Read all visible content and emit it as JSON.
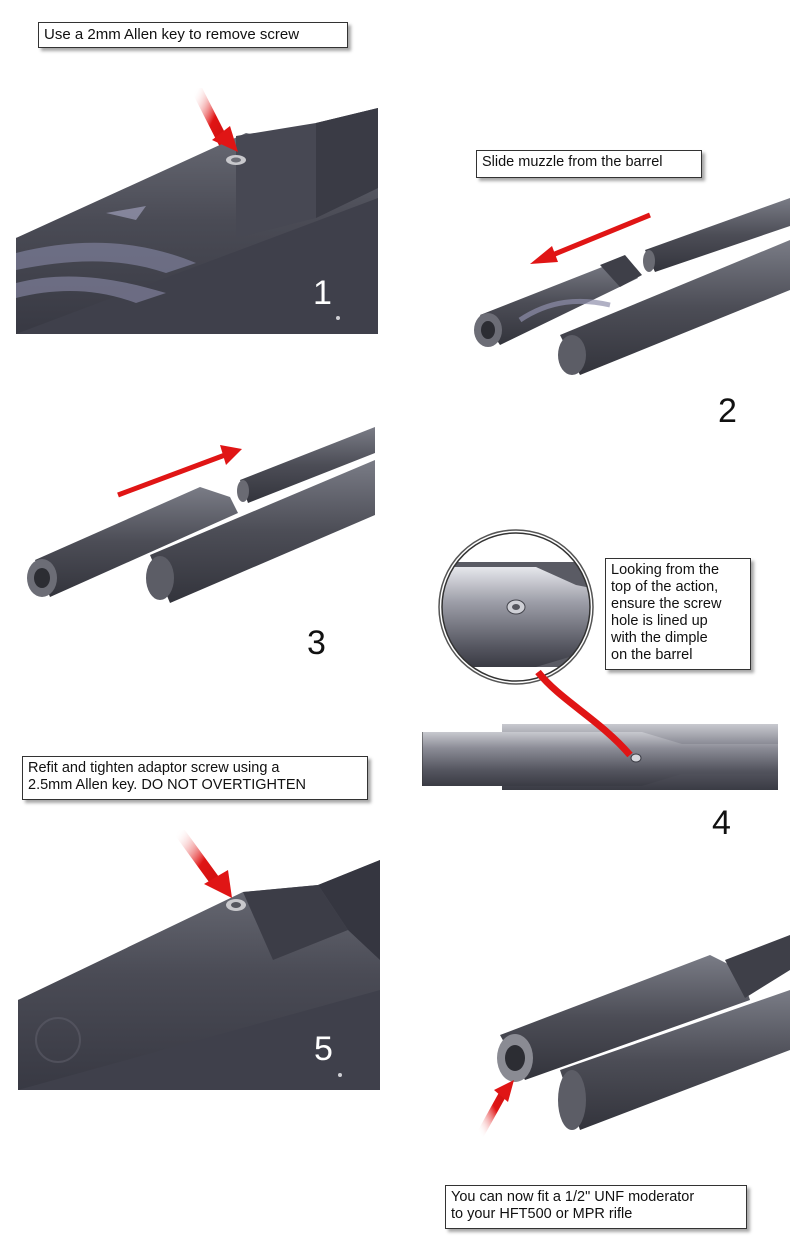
{
  "steps": [
    {
      "number": "1",
      "caption": "Use a 2mm Allen key to remove screw"
    },
    {
      "number": "2",
      "caption": "Slide muzzle from the barrel"
    },
    {
      "number": "3",
      "caption": ""
    },
    {
      "number": "4",
      "caption": "Looking from the\ntop of the action,\nensure the screw\nhole is lined up\nwith the dimple\non the barrel"
    },
    {
      "number": "5",
      "caption": "Refit and tighten adaptor screw using a\n2.5mm Allen key. DO NOT OVERTIGHTEN"
    }
  ],
  "final_note": "You can now fit a 1/2\" UNF moderator\nto your HFT500 or MPR rifle",
  "colors": {
    "arrow": "#e01515",
    "metal": "#4a4b52",
    "panel_bg": "#4b4c58"
  }
}
